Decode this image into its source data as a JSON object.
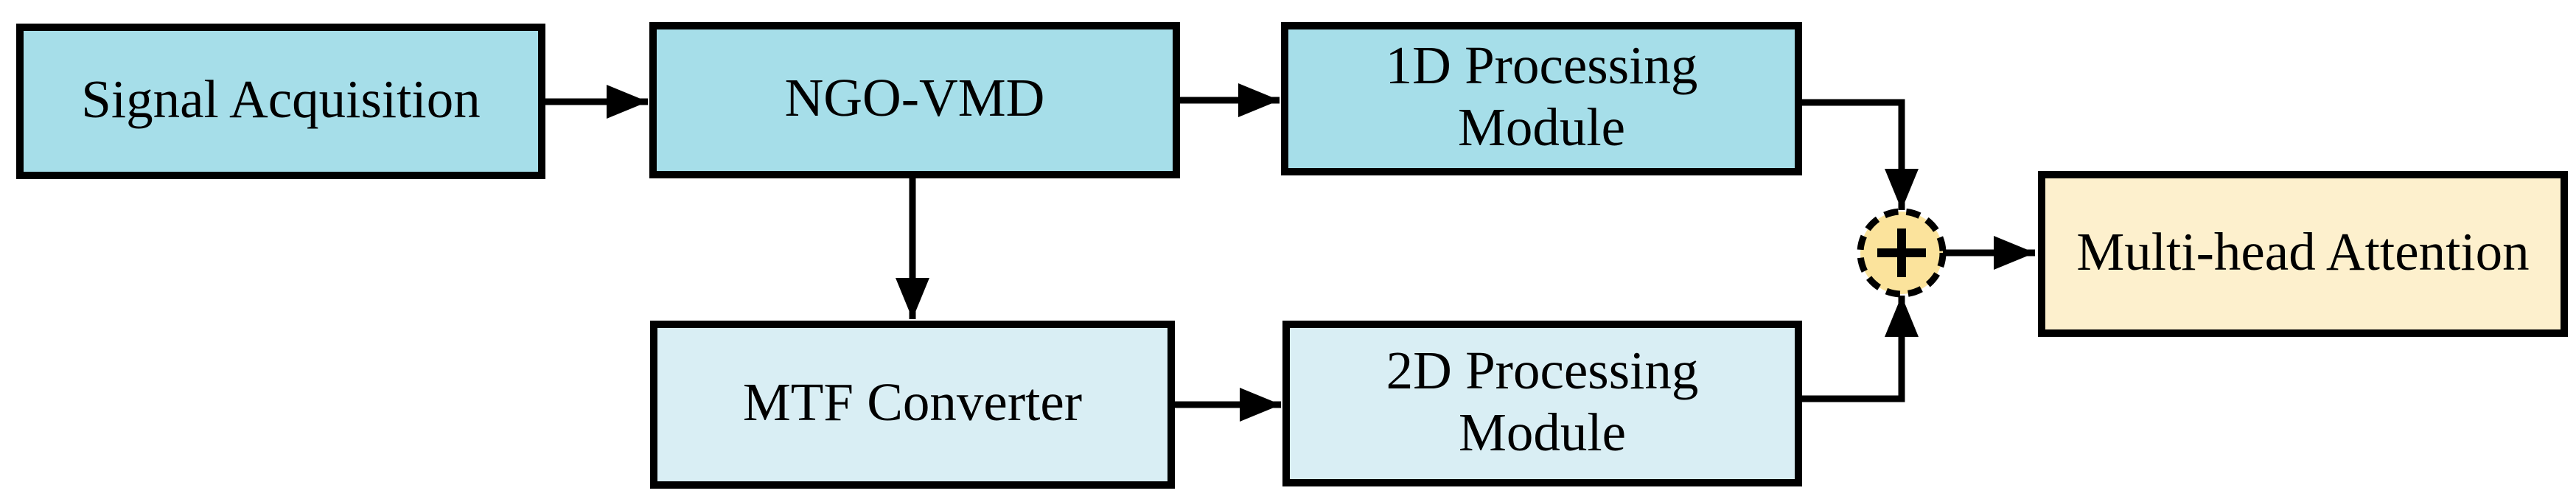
{
  "diagram": {
    "title": "Signal processing pipeline flowchart",
    "background_color": "#ffffff",
    "ink_color": "#000000",
    "nodes": [
      {
        "id": "signal-acquisition",
        "label": "Signal Acquisition",
        "fill": "#a6dee9"
      },
      {
        "id": "ngo-vmd",
        "label": "NGO-VMD",
        "fill": "#a6dee9"
      },
      {
        "id": "1d-processing-module",
        "label": "1D Processing\nModule",
        "fill": "#a6dee9"
      },
      {
        "id": "mtf-converter",
        "label": "MTF Converter",
        "fill": "#d9eef4"
      },
      {
        "id": "2d-processing-module",
        "label": "2D Processing\nModule",
        "fill": "#d9eef4"
      },
      {
        "id": "multi-head-attention",
        "label": "Multi-head Attention",
        "fill": "#fdf0cd"
      }
    ],
    "sum_node": {
      "icon": "plus-icon",
      "symbol": "+",
      "fill": "#fbe39c",
      "border_style": "dashed"
    },
    "connections": [
      "Signal Acquisition -> NGO-VMD",
      "NGO-VMD -> 1D Processing Module",
      "NGO-VMD -> MTF Converter",
      "MTF Converter -> 2D Processing Module",
      "1D Processing Module -> sum",
      "2D Processing Module -> sum",
      "sum -> Multi-head Attention"
    ]
  }
}
